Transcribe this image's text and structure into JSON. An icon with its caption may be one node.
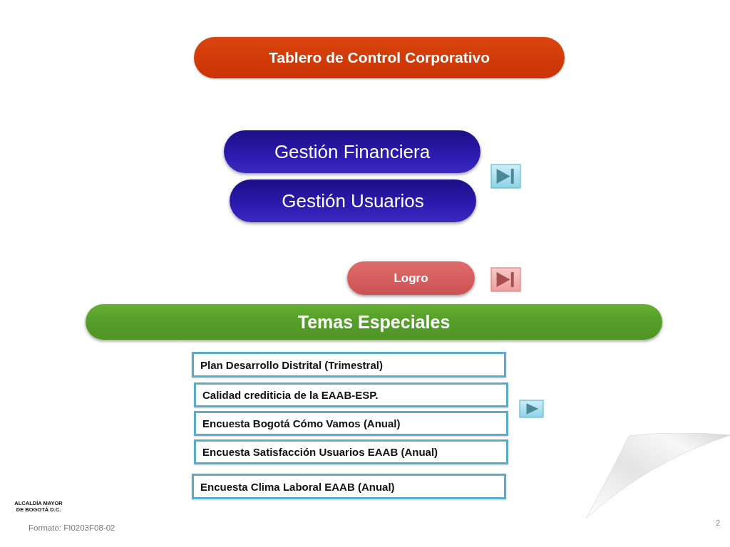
{
  "diagram": {
    "nodes": [
      {
        "text": [
          "Tablero de Control Corporativo"
        ]
      },
      {
        "text": [
          "Gestión Financiera"
        ]
      },
      {
        "text": [
          "Gestión Usuarios"
        ]
      },
      {
        "text": [
          "Logro"
        ]
      },
      {
        "text": [
          "Temas Especiales"
        ]
      },
      {
        "text": [
          "Plan Desarrollo Distrital (Trimestral)"
        ]
      },
      {
        "text": [
          "Calidad crediticia de la EAAB-ESP."
        ]
      },
      {
        "text": [
          "Encuesta Bogotá Cómo Vamos (Anual)"
        ]
      },
      {
        "text": [
          "Encuesta Satisfacción Usuarios EAAB (Anual)"
        ]
      },
      {
        "text": [
          "Encuesta Clima Laboral EAAB (Anual)"
        ]
      }
    ],
    "labels": [
      "ALCALDÍA MAYOR DE BOGOTÁ D.C.",
      "Formato: FI0203F08-02",
      "2"
    ]
  }
}
